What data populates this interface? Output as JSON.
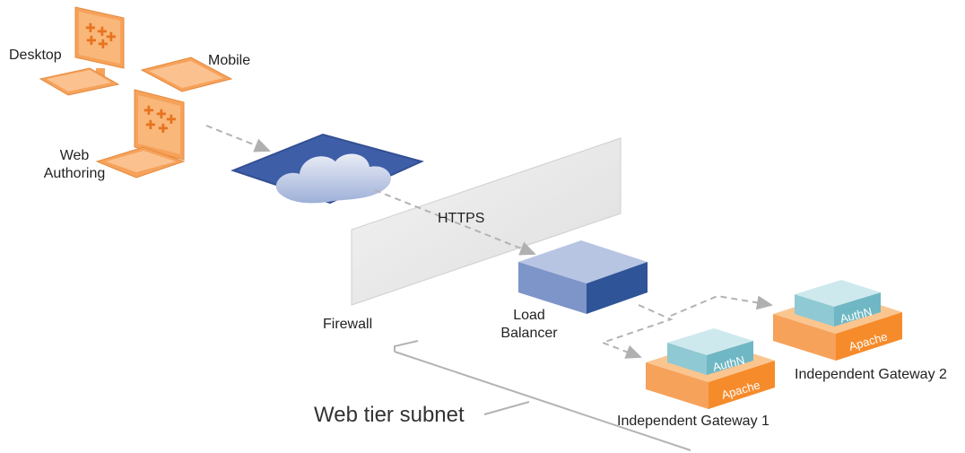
{
  "clients": {
    "desktop": "Desktop",
    "mobile": "Mobile",
    "web_authoring": "Web\nAuthoring"
  },
  "connection": "HTTPS",
  "firewall": "Firewall",
  "load_balancer": "Load\nBalancer",
  "gateway_1": {
    "name": "Independent Gateway 1",
    "authn": "AuthN",
    "apache": "Apache"
  },
  "gateway_2": {
    "name": "Independent Gateway 2",
    "authn": "AuthN",
    "apache": "Apache"
  },
  "subnet": "Web tier subnet",
  "colors": {
    "device_orange": "#f6a25b",
    "cloud_blue": "#3f5ea8",
    "firewall_gray": "#e8e8e8",
    "load_balancer_blue": "#2f5497",
    "authn_teal": "#9fd3dc",
    "apache_orange": "#f68b2b",
    "arrow_gray": "#b3b3b3"
  }
}
